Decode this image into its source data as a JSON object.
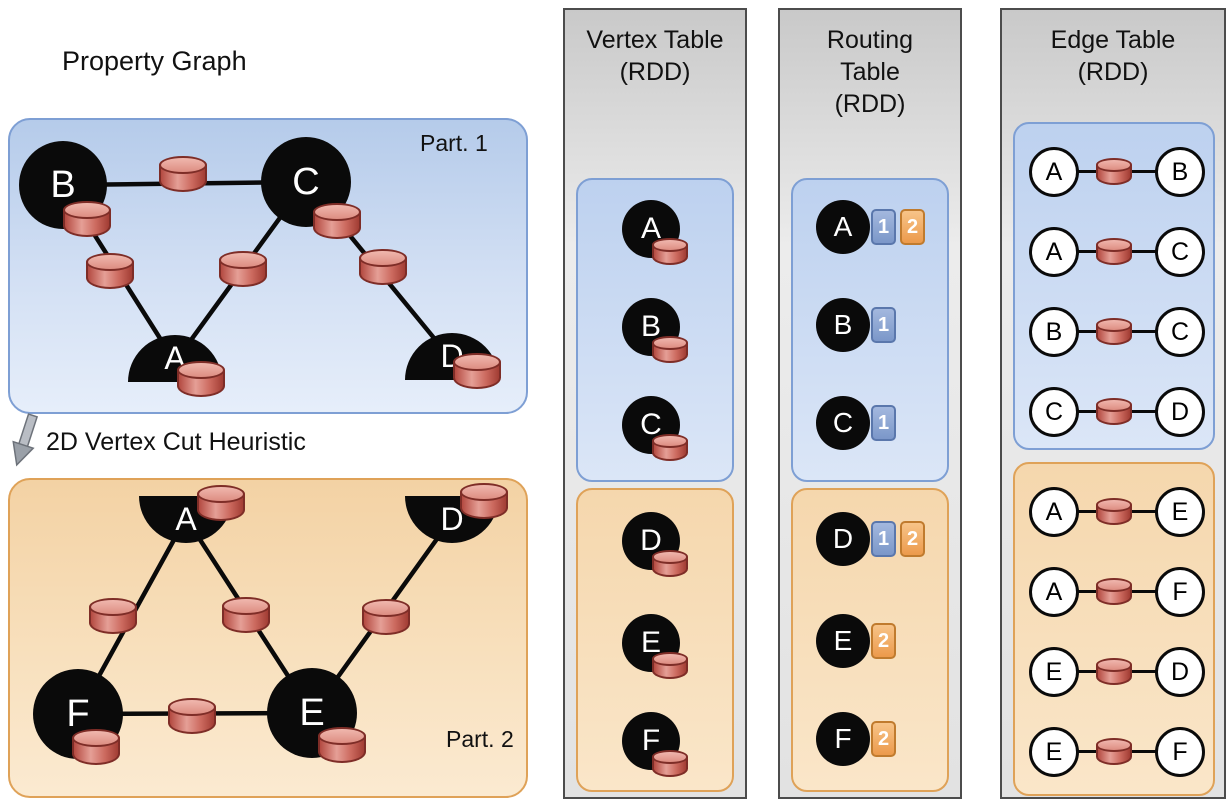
{
  "property_graph": {
    "title": "Property Graph",
    "cut_label": "2D Vertex Cut Heuristic",
    "part1": {
      "label": "Part. 1",
      "vertices": {
        "b": "B",
        "c": "C",
        "a": "A",
        "d": "D"
      }
    },
    "part2": {
      "label": "Part. 2",
      "vertices": {
        "a": "A",
        "d": "D",
        "f": "F",
        "e": "E"
      }
    }
  },
  "vertex_table": {
    "title": "Vertex Table",
    "subtitle": "(RDD)",
    "part1": [
      "A",
      "B",
      "C"
    ],
    "part2": [
      "D",
      "E",
      "F"
    ]
  },
  "routing_table": {
    "title_line1": "Routing",
    "title_line2": "Table",
    "title_line3": "(RDD)",
    "part1": [
      {
        "vertex": "A",
        "partitions": [
          "1",
          "2"
        ]
      },
      {
        "vertex": "B",
        "partitions": [
          "1"
        ]
      },
      {
        "vertex": "C",
        "partitions": [
          "1"
        ]
      }
    ],
    "part2": [
      {
        "vertex": "D",
        "partitions": [
          "1",
          "2"
        ]
      },
      {
        "vertex": "E",
        "partitions": [
          "2"
        ]
      },
      {
        "vertex": "F",
        "partitions": [
          "2"
        ]
      }
    ]
  },
  "edge_table": {
    "title": "Edge Table",
    "subtitle": "(RDD)",
    "part1": [
      [
        "A",
        "B"
      ],
      [
        "A",
        "C"
      ],
      [
        "B",
        "C"
      ],
      [
        "C",
        "D"
      ]
    ],
    "part2": [
      [
        "A",
        "E"
      ],
      [
        "A",
        "F"
      ],
      [
        "E",
        "D"
      ],
      [
        "E",
        "F"
      ]
    ]
  },
  "colors": {
    "partition_blue_fill": "#c7d9f1",
    "partition_blue_border": "#7e9fd4",
    "partition_orange_fill": "#f8e0bd",
    "partition_orange_border": "#dfa258",
    "cylinder_red": "#cc6a5f",
    "routing_badge_blue": "#7b97c9",
    "routing_badge_orange": "#ec9a4b",
    "vertex_fill": "#0a0a0a",
    "column_gray": "#d9d9d9"
  }
}
